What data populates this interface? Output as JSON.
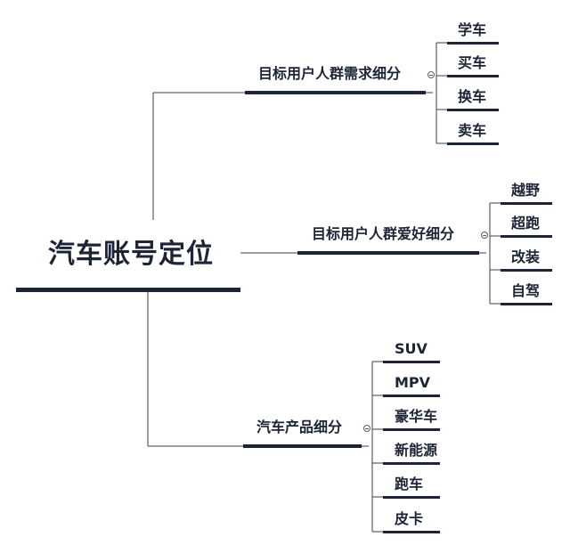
{
  "root": {
    "label": "汽车账号定位"
  },
  "branches": [
    {
      "label": "目标用户人群需求细分",
      "children": [
        "学车",
        "买车",
        "换车",
        "卖车"
      ]
    },
    {
      "label": "目标用户人群爱好细分",
      "children": [
        "越野",
        "超跑",
        "改装",
        "自驾"
      ]
    },
    {
      "label": "汽车产品细分",
      "children": [
        "SUV",
        "MPV",
        "豪华车",
        "新能源",
        "跑车",
        "皮卡"
      ]
    }
  ],
  "colors": {
    "node_text": "#1c2436",
    "underline": "#1c2436",
    "connector": "#3a3f4a"
  }
}
